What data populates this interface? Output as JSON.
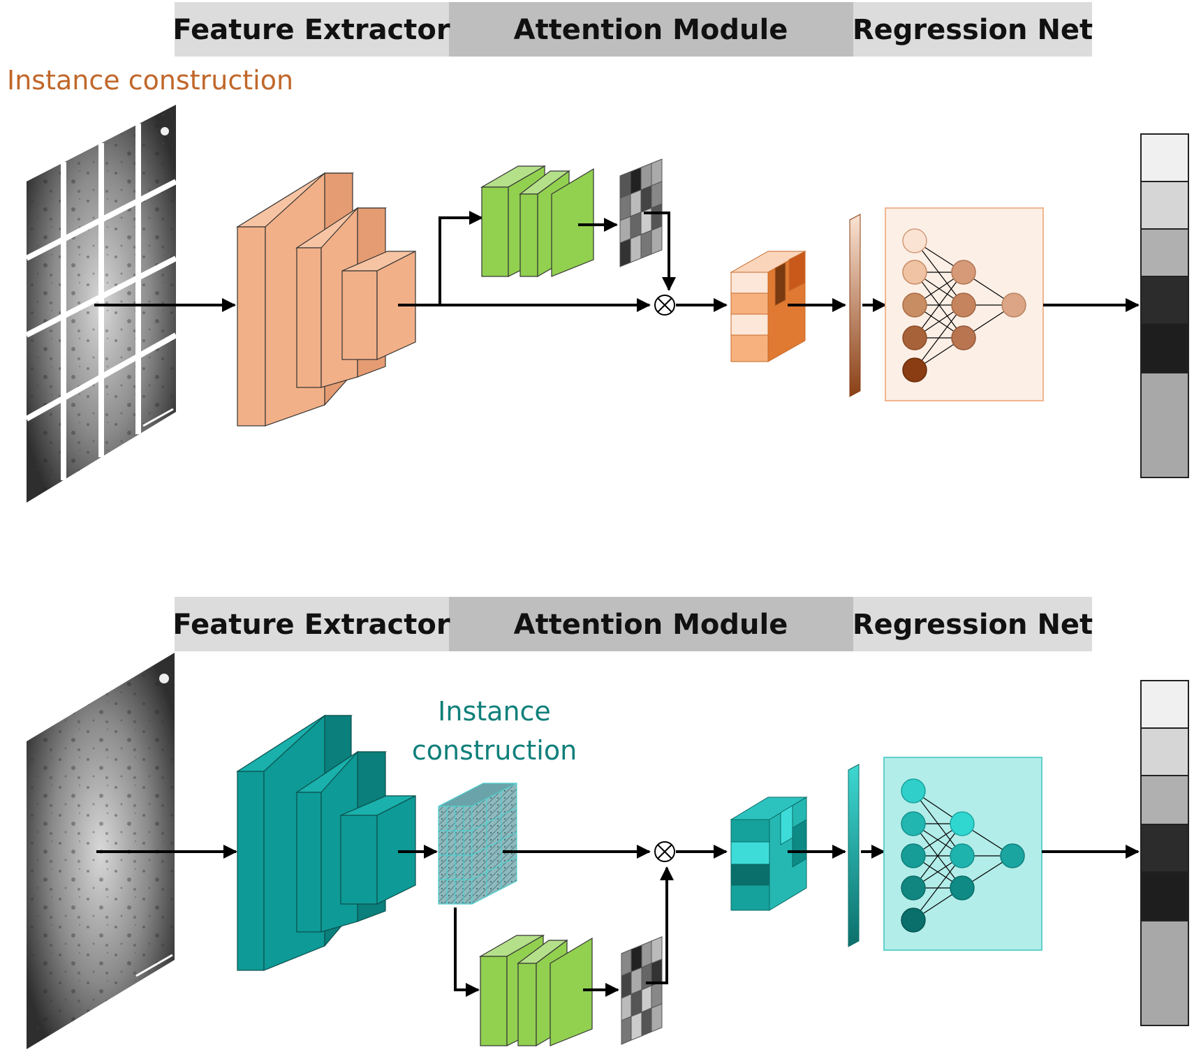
{
  "top_panel": {
    "header": {
      "feature_extractor": "Feature Extractor",
      "attention_module": "Attention Module",
      "regression_net": "Regression Net"
    },
    "instance_label": "Instance construction",
    "accent": "#f2b088"
  },
  "bottom_panel": {
    "header": {
      "feature_extractor": "Feature Extractor",
      "attention_module": "Attention Module",
      "regression_net": "Regression Net"
    },
    "instance_label_line1": "Instance",
    "instance_label_line2": "construction",
    "accent": "#0e9a96"
  },
  "colors": {
    "header_light": "#dcdcdc",
    "header_dark": "#bebebe",
    "green_blocks": "#92d050",
    "orange_text": "#c0672a",
    "teal_text": "#0f7f7a"
  }
}
